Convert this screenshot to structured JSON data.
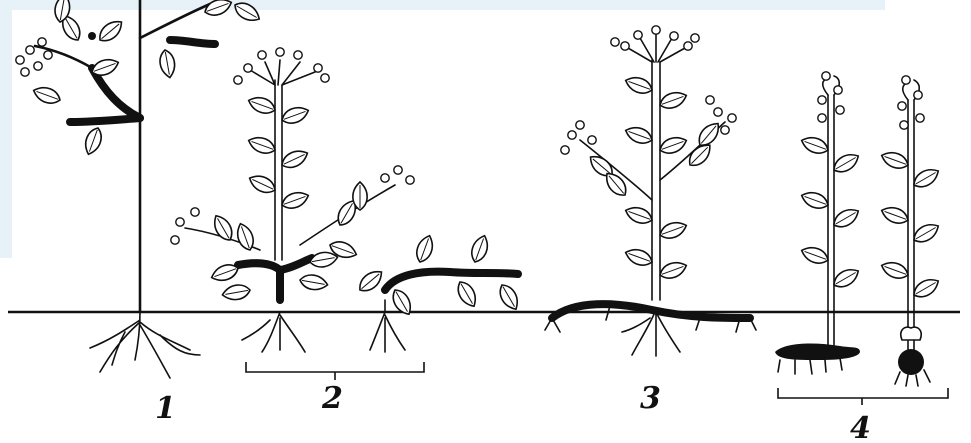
{
  "diagram": {
    "labels": [
      {
        "id": "plant-1",
        "text": "1"
      },
      {
        "id": "plant-2",
        "text": "2"
      },
      {
        "id": "plant-3",
        "text": "3"
      },
      {
        "id": "plant-4",
        "text": "4"
      }
    ],
    "colors": {
      "ink": "#111111",
      "background": "#ffffff",
      "tint_band": "#e6f1f8"
    }
  }
}
